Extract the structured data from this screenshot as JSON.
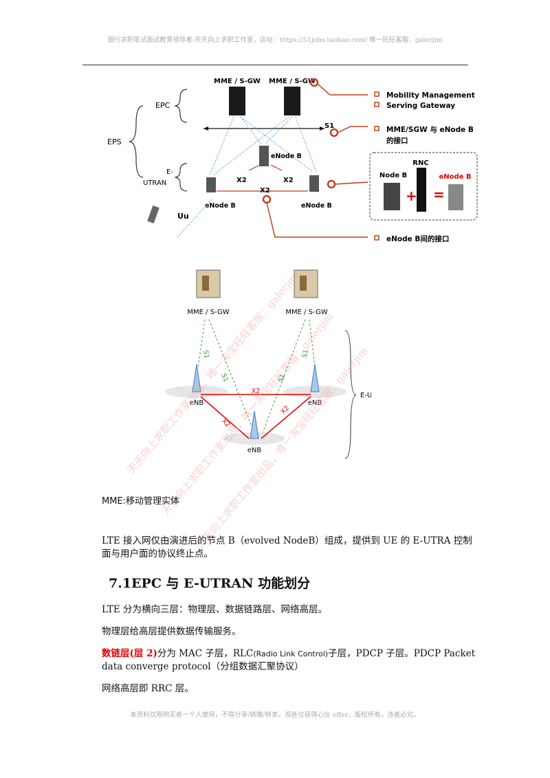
{
  "header": {
    "watermark_line": "银行求职笔试面试教育领导者-天天向上求职工作室，店址：https://51jobs.taobao.com/ 唯一旺旺客服：galerjim"
  },
  "diagram1": {
    "mme_left": "MME / S-GW",
    "mme_right": "MME / S-GW",
    "epc": "EPC",
    "eps": "EPS",
    "eutran_1": "E-",
    "eutran_2": "UTRAN",
    "s1": "S1",
    "x2_a": "X2",
    "x2_b": "X2",
    "x2_c": "X2",
    "enodeb_top": "eNode B",
    "enodeb_left": "eNode B",
    "enodeb_right": "eNode B",
    "uu": "Uu",
    "legend_mm": "Mobility Management",
    "legend_sg": "Serving Gateway",
    "legend_if1": "MME/SGW 与 eNode B",
    "legend_if2": "的接口",
    "rnc": "RNC",
    "nodeb": "Node B",
    "enodeb_red": "eNode B",
    "legend_enb_if": "eNode B间的接口"
  },
  "diagram2": {
    "mme_left": "MME / S-GW",
    "mme_right": "MME / S-GW",
    "s1_a": "S1",
    "s1_b": "S1",
    "s1_c": "S1",
    "s1_d": "S1",
    "x2_top": "X2",
    "x2_left": "X2",
    "x2_right": "X2",
    "enb_left": "eNB",
    "enb_right": "eNB",
    "enb_bottom": "eNB",
    "eutran": "E-UTRAN"
  },
  "watermarks": [
    "天天向上求职工作室出品，唯一淘宝旺旺客服：galerjim",
    "天天向上求职工作室出品，唯一淘宝旺旺客服：galerjim",
    "天天向上求职工作室出品，唯一淘宝旺旺客服：galerjim"
  ],
  "body": {
    "mme_def": "MME:移动管理实体",
    "lte_p1_l1": "LTE 接入网仅由演进后的节点 B（evolved NodeB）组成，提供到 UE 的 E-UTRA 控制",
    "lte_p1_l2": "面与用户面的协议终止点。",
    "heading": "7.1EPC 与 E-UTRAN 功能划分",
    "p2": "LTE 分为横向三层：物理层、数据链路层、网络高层。",
    "p3": "物理层给高层提供数据传输服务。",
    "p4_red": "数链层(层 2)",
    "p4_a": "分为 MAC 子层，RLC",
    "p4_small": "(Radio Link Control)",
    "p4_b": "子层，PDCP 子层。PDCP Packet",
    "p4_l2": "data converge protocol（分组数据汇聚协议）",
    "p5": "网络高层即 RRC 层。"
  },
  "footer": {
    "text": "本资料仅限购买者一个人使用，不得分享/转赠/转卖，视各位获得心仪 offer，版权所有，违者必究。"
  }
}
